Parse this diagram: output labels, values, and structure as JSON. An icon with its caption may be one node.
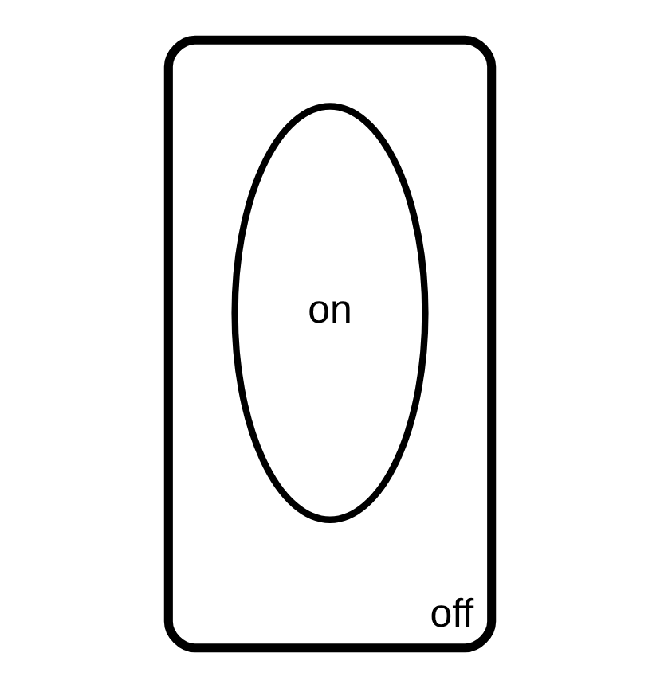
{
  "diagram": {
    "nodes": [
      {
        "text": [
          "off"
        ]
      },
      {
        "text": [
          "on"
        ],
        "in": 0
      }
    ]
  }
}
